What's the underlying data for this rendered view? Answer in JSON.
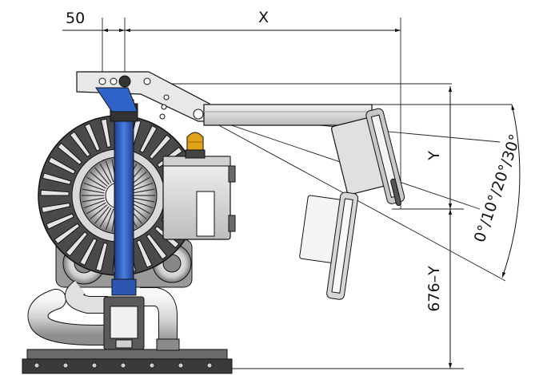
{
  "dimensions": {
    "offset": "50",
    "reach": "X",
    "height": "Y",
    "remaining_height": "676–Y",
    "tilt_angles": "0°/10°/20°/30°"
  },
  "colors": {
    "column": "#3c6fd0",
    "bracket": "#2f63c8",
    "beacon": "#e2a21a",
    "metal_light": "#e6e6e6",
    "metal_mid": "#b8b8b8",
    "metal_dark": "#444444",
    "outline": "#111111"
  }
}
